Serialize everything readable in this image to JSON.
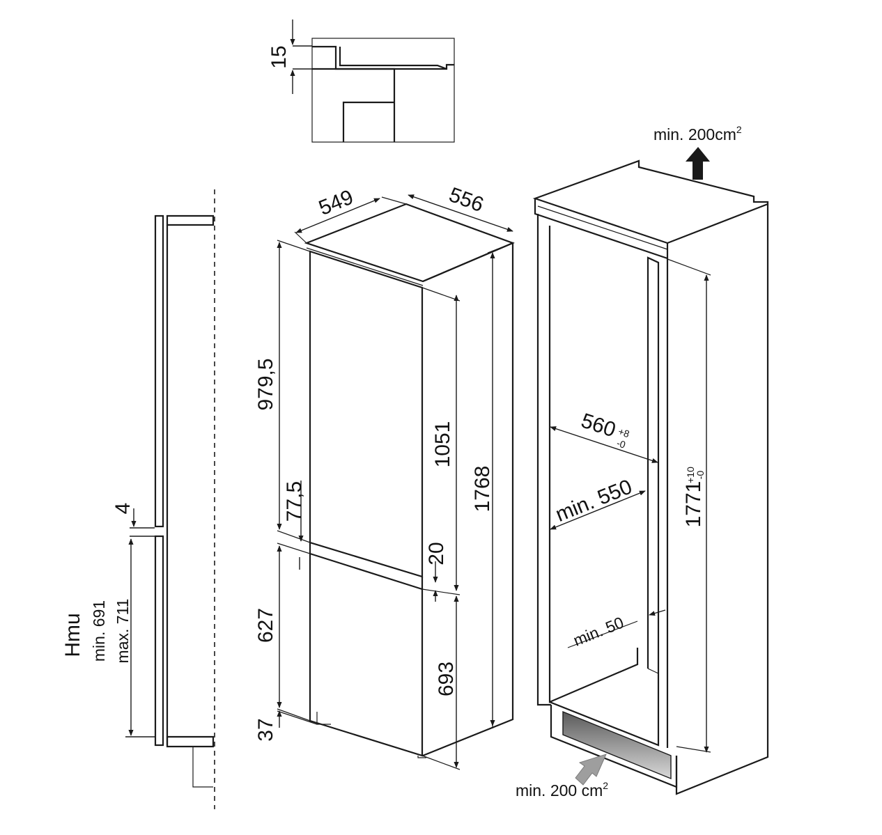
{
  "dimensions": {
    "panel_gap": "15",
    "door_gap": "4",
    "hmu": "Hmu",
    "hmu_min": "min. 691",
    "hmu_max": "max. 711",
    "width": "549",
    "depth": "556",
    "upper_door_height": "979,5",
    "offset_77": "77,5",
    "lower_door_height": "627",
    "plinth": "37",
    "fridge_height": "1051",
    "gap_20": "20",
    "freezer_height": "693",
    "total_height": "1768",
    "niche_width": "560",
    "niche_width_tol_plus": "+8",
    "niche_width_tol_minus": "-0",
    "niche_depth": "min. 550",
    "rear_gap": "min. 50",
    "niche_height": "1771",
    "niche_height_tol_plus": "+10",
    "niche_height_tol_minus": "-0"
  },
  "ventilation": {
    "top": "min. 200",
    "top_unit": "cm",
    "top_exp": "2",
    "bottom": "min. 200 ",
    "bottom_unit": "cm",
    "bottom_exp": "2"
  }
}
